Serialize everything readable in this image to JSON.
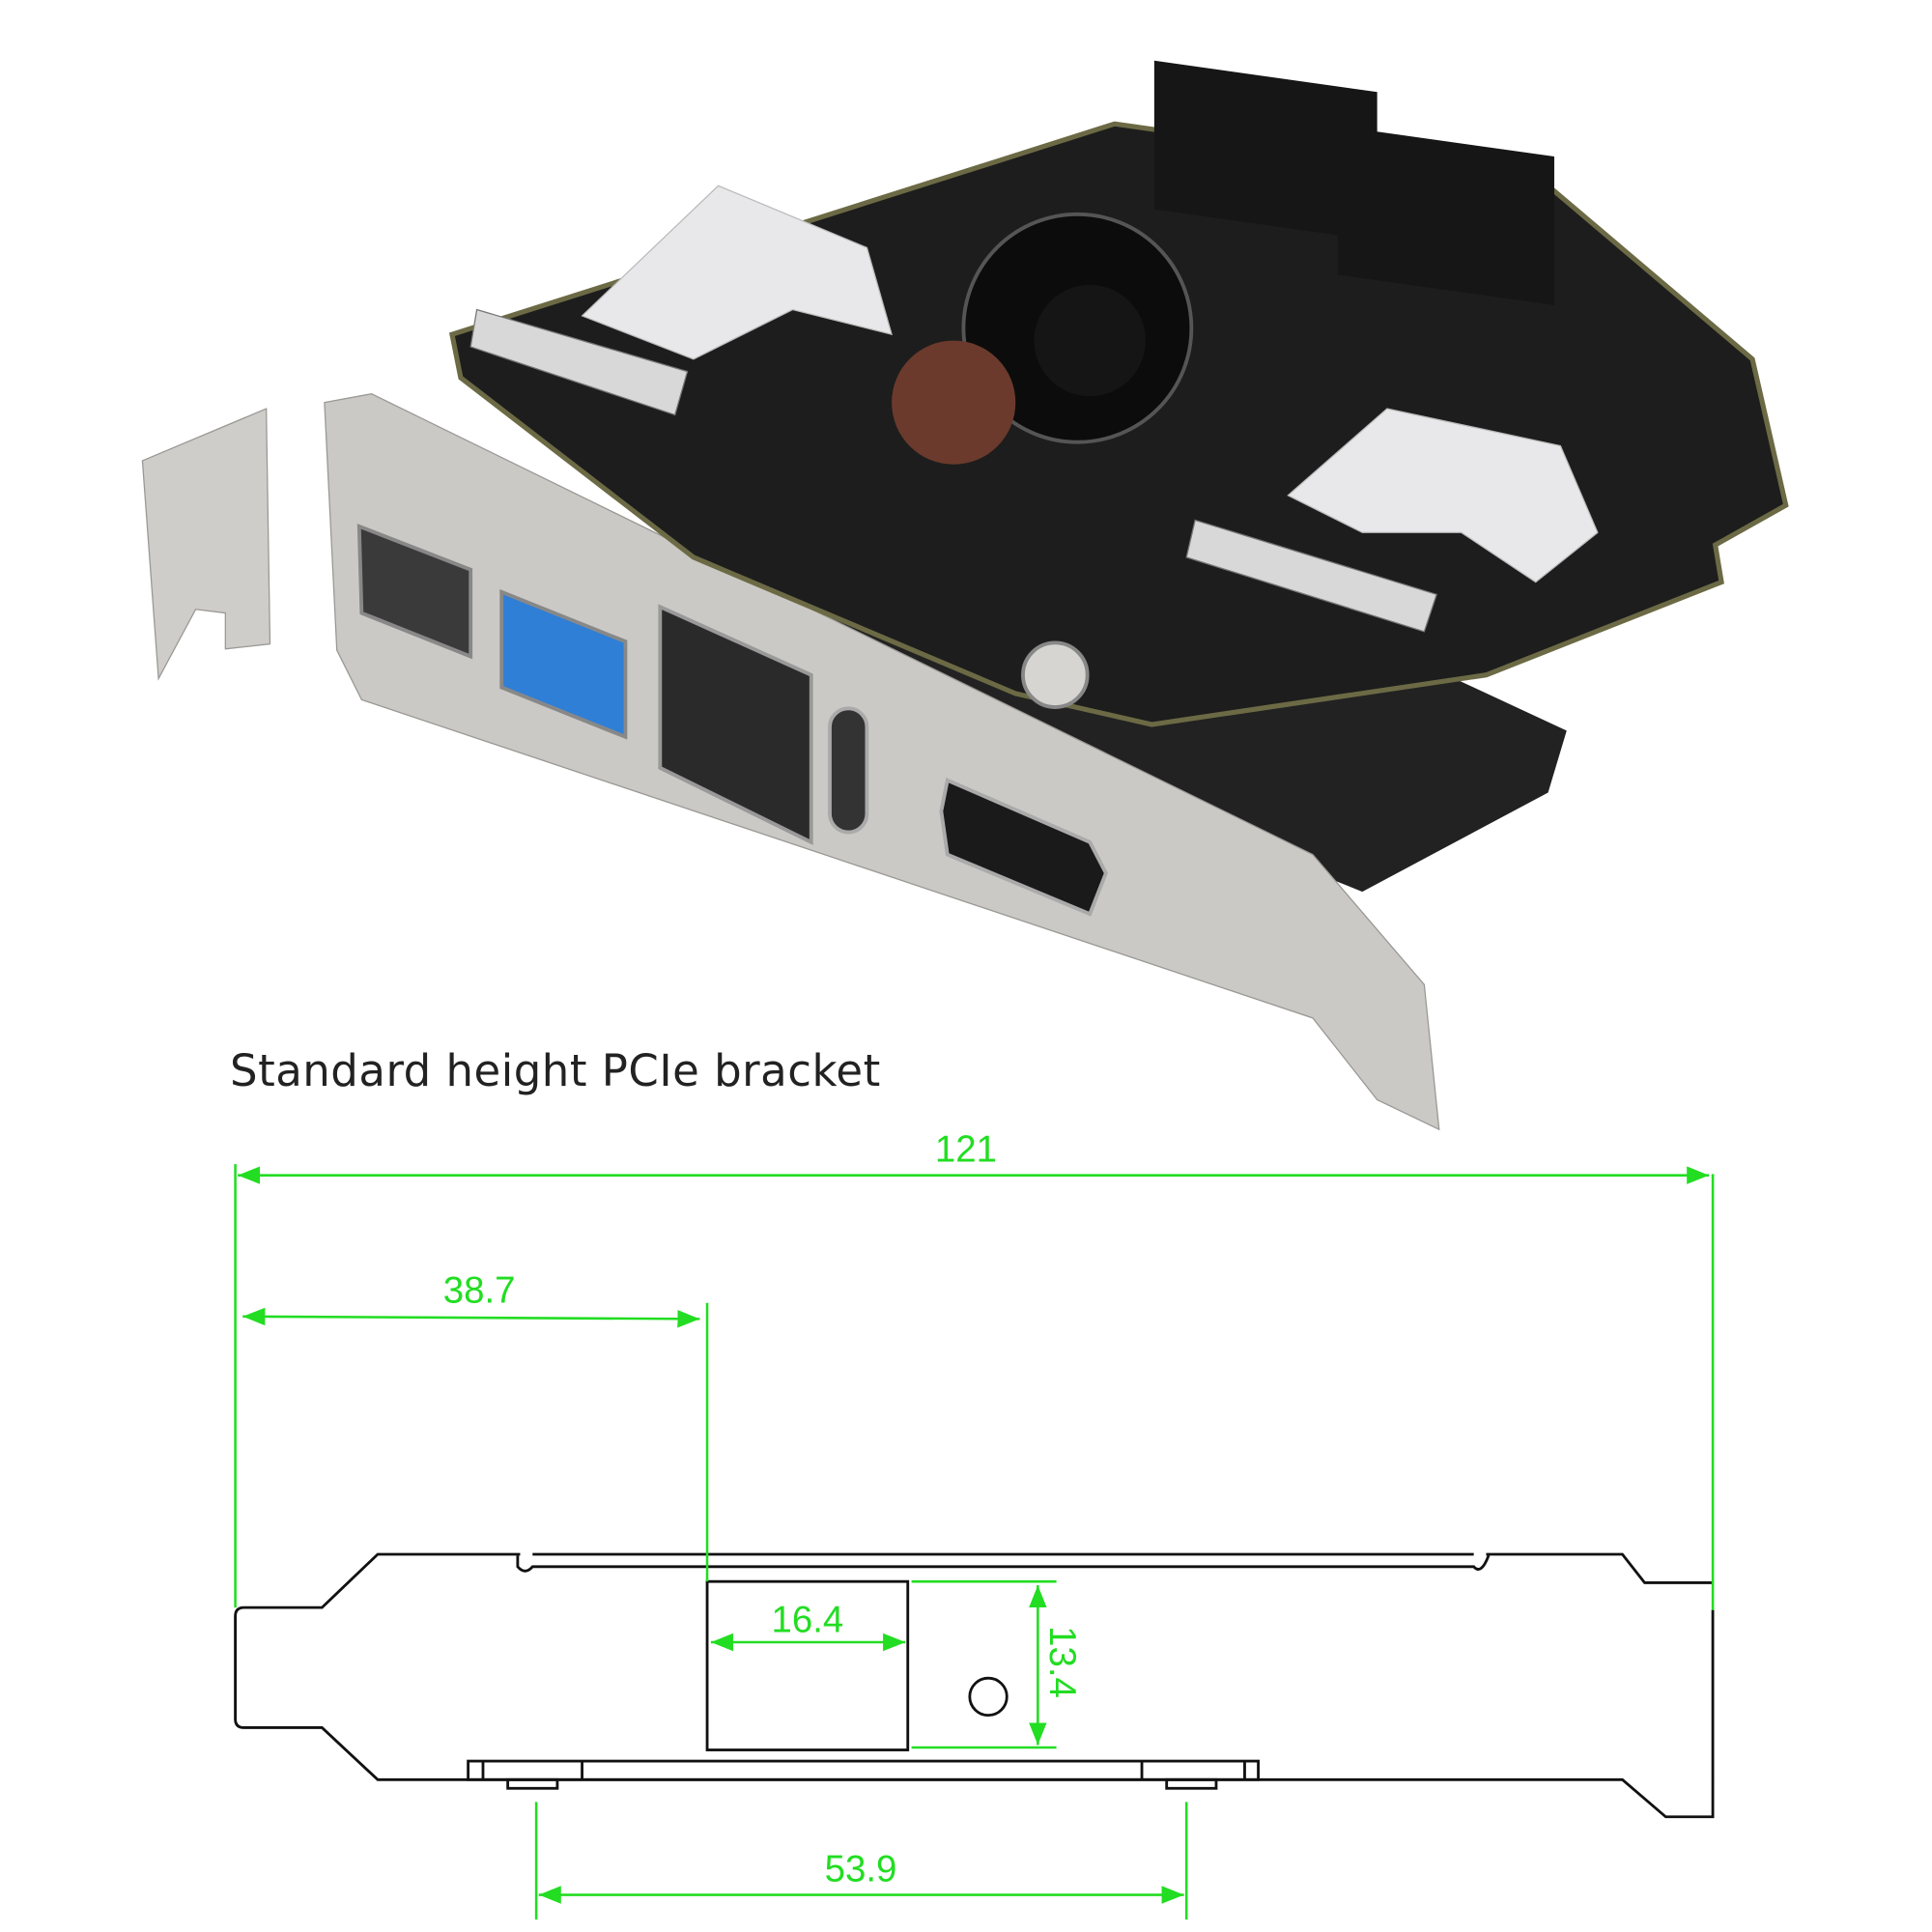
{
  "caption": "Standard height PCIe bracket",
  "colors": {
    "dimension": "#22dd22",
    "outline": "#111111",
    "pcb": "#1b1b1b",
    "bracket": "#c9c7c3",
    "usb3_blue": "#2f7fd6"
  },
  "dimensions": {
    "overall_width": "121",
    "offset_to_cutout": "38.7",
    "cutout_width": "16.4",
    "cutout_height": "13.4",
    "tab_spacing": "53.9"
  }
}
